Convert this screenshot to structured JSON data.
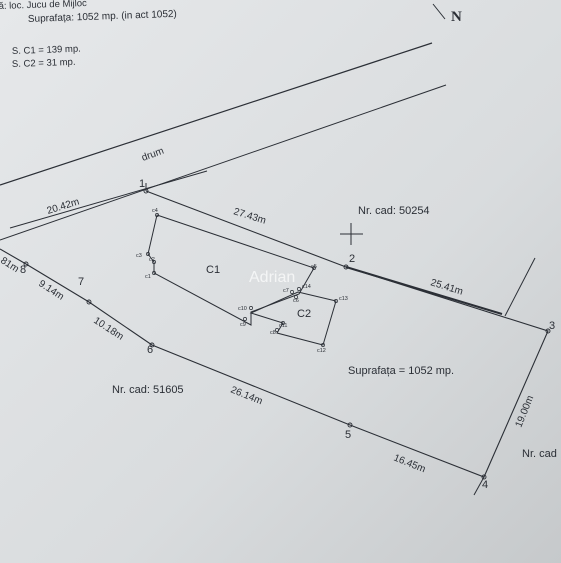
{
  "header": {
    "location_line": "să: loc. Jucu de Mijloc",
    "area_line": "Suprafața: 1052 mp. (in act 1052)"
  },
  "north_label": "N",
  "building_areas": [
    "S. C1 = 139 mp.",
    "S. C2 = 31 mp."
  ],
  "road_label": "drum",
  "parcels": {
    "main": "Nr. cad: 50254",
    "south": "Nr. cad: 51605",
    "east": "Nr. cad"
  },
  "surface_label": "Suprafața = 1052 mp.",
  "buildings": [
    "C1",
    "C2"
  ],
  "watermark": "Adrian",
  "vertices": [
    "1",
    "2",
    "3",
    "4",
    "5",
    "6",
    "7",
    "8"
  ],
  "distances": {
    "d_20_42": "20.42m",
    "d_27_43": "27.43m",
    "d_25_41": "25.41m",
    "d_19_00": "19.00m",
    "d_16_45": "16.45m",
    "d_26_14": "26.14m",
    "d_10_18": "10.18m",
    "d_9_14": "9.14m",
    "d_left": "81m"
  },
  "building_points": [
    "c1",
    "c2",
    "c3",
    "c4",
    "c5",
    "c6",
    "c7",
    "c8",
    "c9",
    "c10",
    "c11",
    "c12",
    "c13",
    "c14"
  ]
}
